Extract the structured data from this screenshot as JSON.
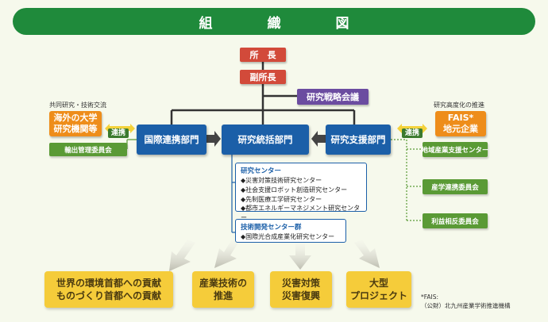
{
  "title": "組　織　図",
  "top": {
    "director": "所　長",
    "vice_director": "副所長",
    "strategy_council": "研究戦略会議"
  },
  "departments": {
    "intl": "国際連携部門",
    "research": "研究統括部門",
    "support": "研究支援部門"
  },
  "left": {
    "caption": "共同研究・技術交流",
    "partner": [
      "海外の大学",
      "研究機関等"
    ],
    "link": "連携",
    "export_committee": "輸出管理委員会"
  },
  "right": {
    "caption": "研究高度化の推進",
    "partner": [
      "FAIS*",
      "地元企業"
    ],
    "link": "連携",
    "committees": [
      "地域産業支援センター",
      "産学連携委員会",
      "利益相反委員会"
    ]
  },
  "research_centers": {
    "heading": "研究センター",
    "items": [
      "◆災害対策技術研究センター",
      "◆社会支援ロボット創造研究センター",
      "◆先制医療工学研究センター",
      "◆都市エネルギーマネジメント研究センター"
    ]
  },
  "tech_dev": {
    "heading": "技術開発センター群",
    "items": [
      "◆国際光合成産業化研究センター"
    ]
  },
  "outcomes": [
    [
      "世界の環境首都への貢献",
      "ものづくり首都への貢献"
    ],
    [
      "産業技術の",
      "推進"
    ],
    [
      "災害対策",
      "災害復興"
    ],
    [
      "大型",
      "プロジェクト"
    ]
  ],
  "footnote": [
    "*FAIS:",
    "（公財）北九州産業学術推進機構"
  ],
  "colors": {
    "title_bar": "#1f8a3b",
    "director": "#d24a3a",
    "council": "#6b4ca0",
    "department": "#1b5fa8",
    "partner": "#ee8d1a",
    "committee": "#5a9a35",
    "outcome": "#f5cc3a"
  }
}
